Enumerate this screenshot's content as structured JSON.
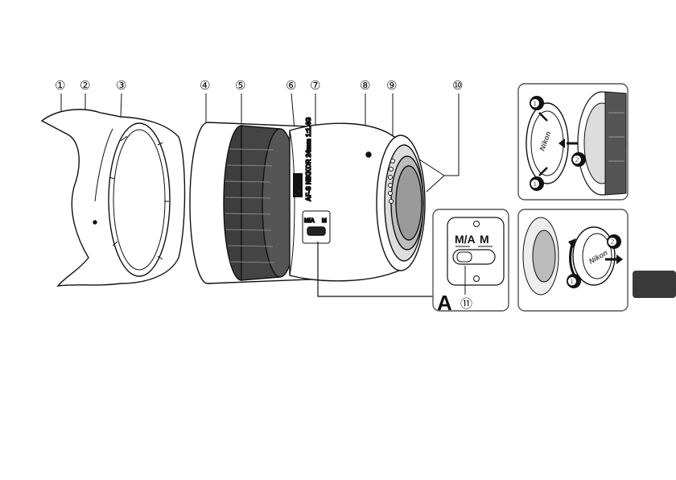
{
  "callouts": [
    "①",
    "②",
    "③",
    "④",
    "⑤",
    "⑥",
    "⑦",
    "⑧",
    "⑨",
    "⑩"
  ],
  "callout_11": "⑪",
  "inset_label": "A",
  "switch": {
    "ma": "M/A",
    "m": "M"
  },
  "mount_switch": {
    "ma": "M/A",
    "m": "M"
  },
  "lens_brand": "Nikon",
  "lens_model": "AF-S NIKKOR 24mm 1:1.4G",
  "cap_brand": "Nikon",
  "rear_cap_brand": "Nikon",
  "front_cap_steps": [
    "❶",
    "❷",
    "❶"
  ],
  "rear_cap_steps": [
    "❶",
    "❷"
  ],
  "side_tab": "",
  "colors": {
    "line": "#111111",
    "panel_border": "#555555",
    "tab": "#3a3a3a"
  }
}
